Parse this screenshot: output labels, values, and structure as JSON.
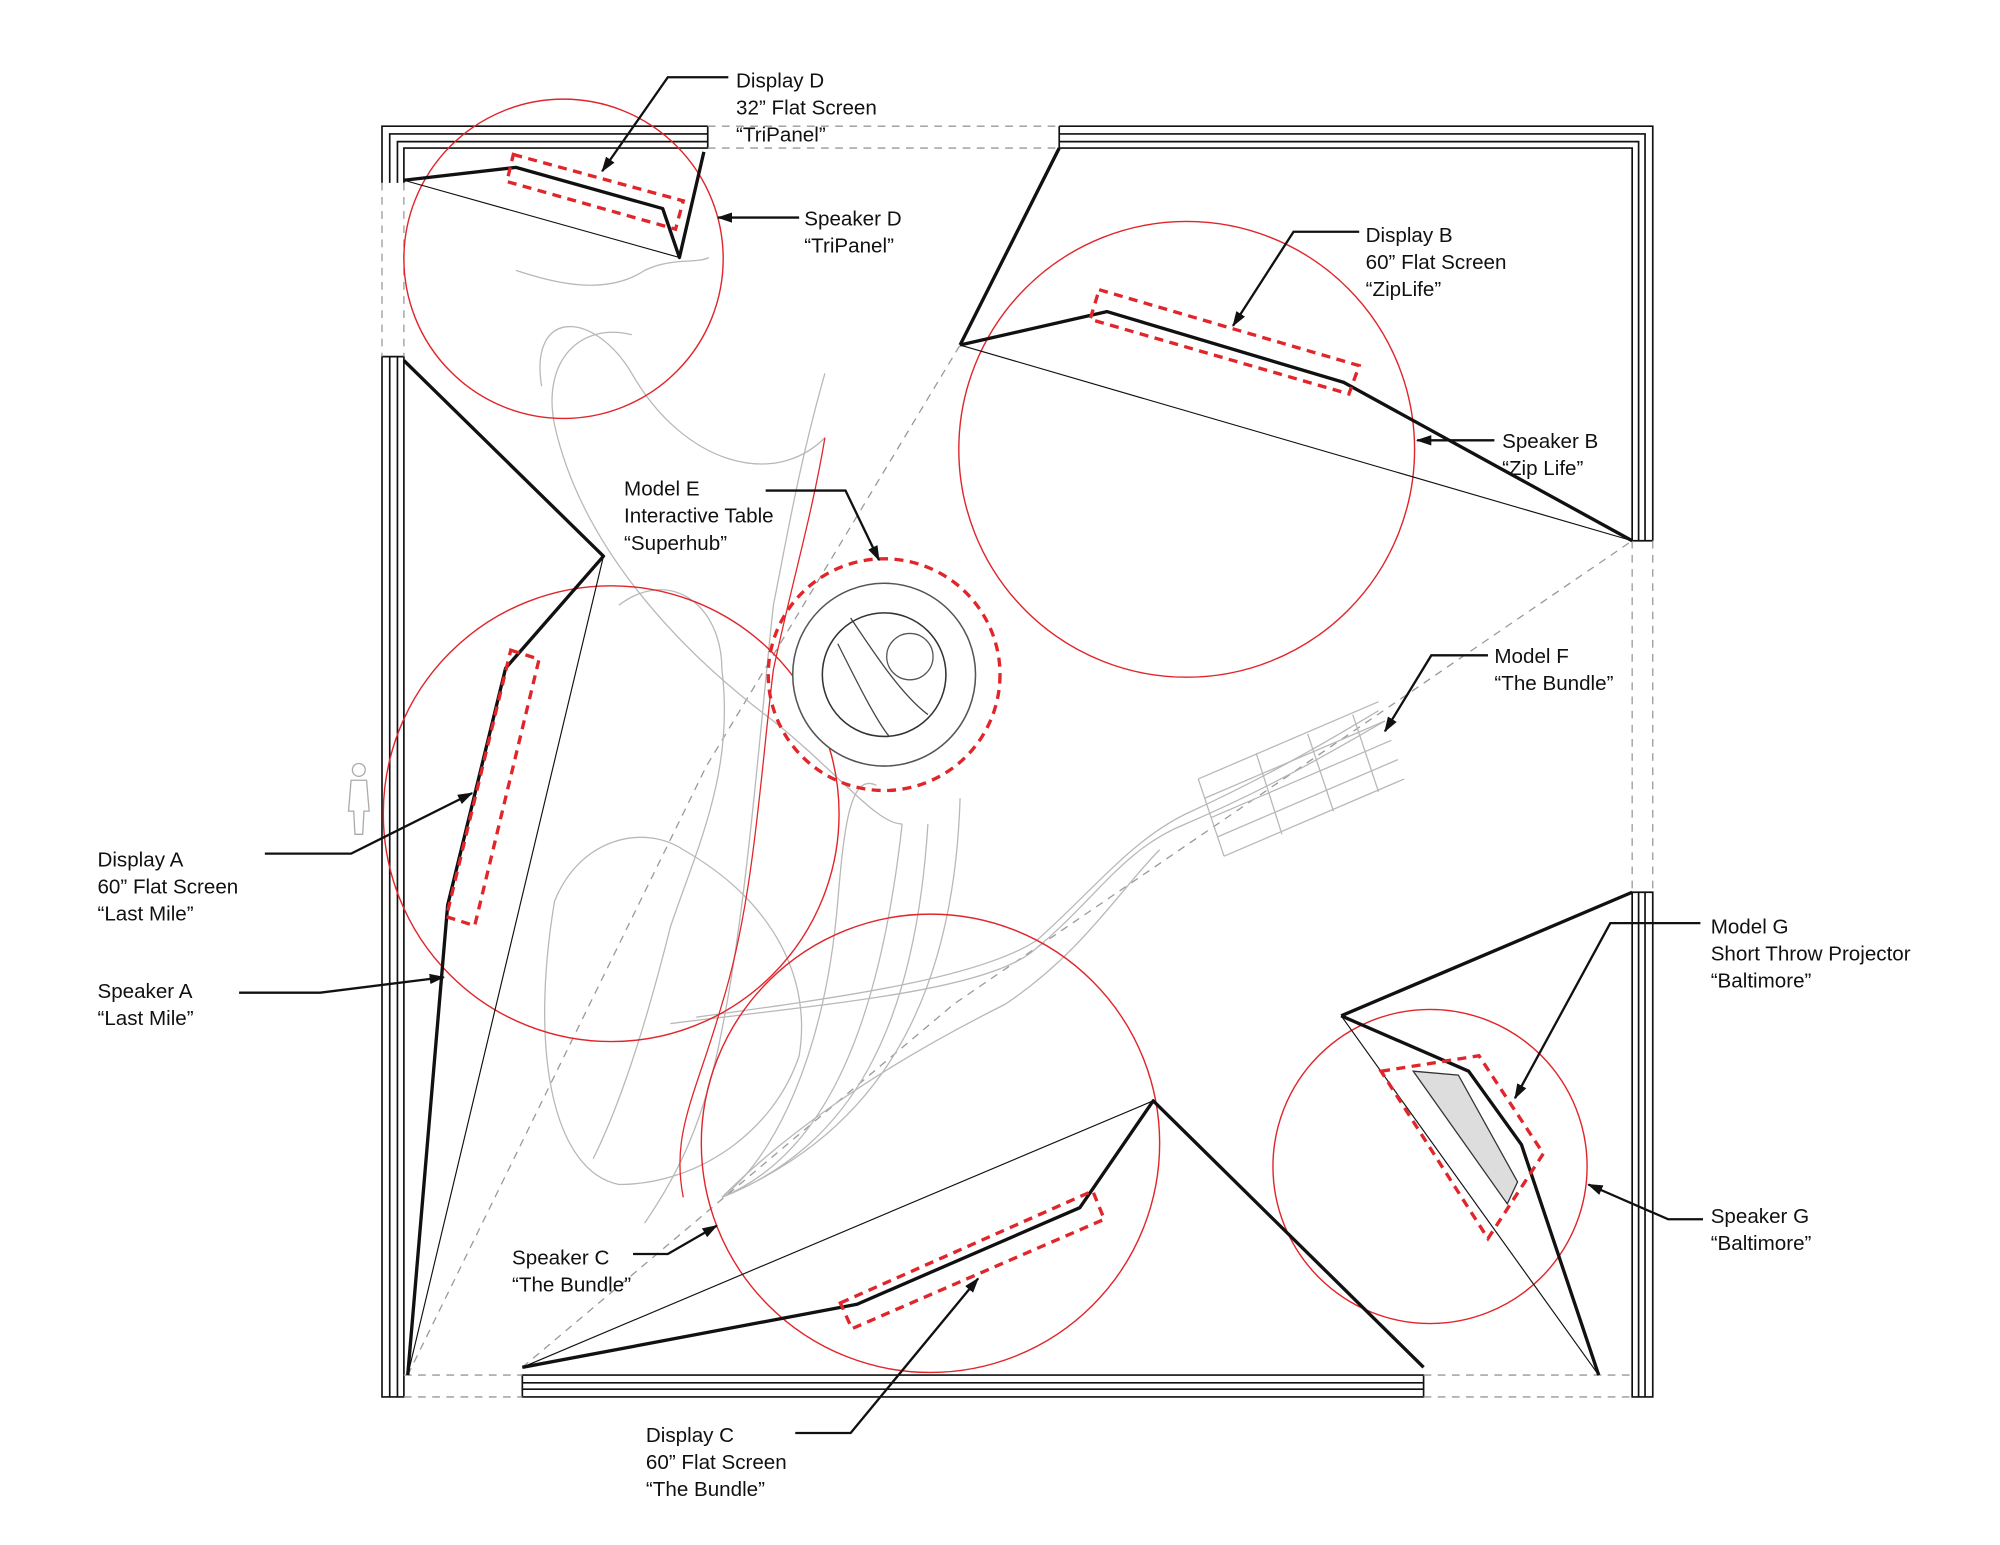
{
  "labels": {
    "display_d": [
      "Display D",
      "32” Flat Screen",
      "“TriPanel”"
    ],
    "speaker_d": [
      "Speaker D",
      "“TriPanel”"
    ],
    "display_b": [
      "Display B",
      "60” Flat Screen",
      "“ZipLife”"
    ],
    "speaker_b": [
      "Speaker B",
      "“Zip Life”"
    ],
    "model_e": [
      "Model E",
      "Interactive Table",
      "“Superhub”"
    ],
    "model_f": [
      "Model F",
      "“The Bundle”"
    ],
    "display_a": [
      "Display A",
      "60” Flat Screen",
      "“Last Mile”"
    ],
    "speaker_a": [
      "Speaker A",
      "“Last Mile”"
    ],
    "model_g": [
      "Model G",
      "Short Throw Projector",
      "“Baltimore”"
    ],
    "speaker_g": [
      "Speaker G",
      "“Baltimore”"
    ],
    "speaker_c": [
      "Speaker C",
      "“The Bundle”"
    ],
    "display_c": [
      "Display C",
      "60” Flat Screen",
      "“The Bundle”"
    ]
  },
  "colors": {
    "coverage": "#e0262b",
    "ink": "#111111",
    "map": "#b8b8b8"
  }
}
